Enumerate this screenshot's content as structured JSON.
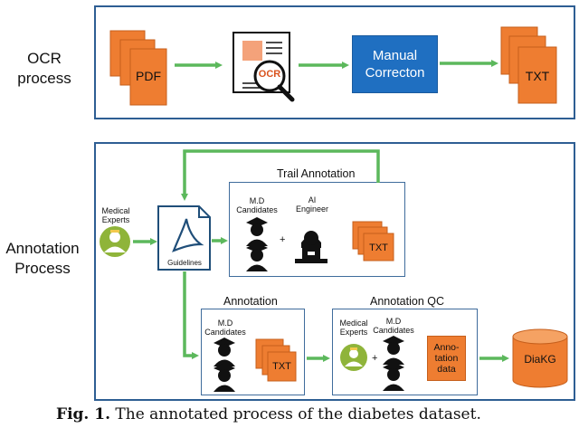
{
  "sections": {
    "ocr": {
      "label_line1": "OCR",
      "label_line2": "process"
    },
    "annotation": {
      "label_line1": "Annotation",
      "label_line2": "Process"
    }
  },
  "ocr_flow": {
    "pdf_label": "PDF",
    "ocr_badge": "OCR",
    "manual_line1": "Manual",
    "manual_line2": "Correcton",
    "txt_label": "TXT"
  },
  "annotation_flow": {
    "medical_experts_line1": "Medical",
    "medical_experts_line2": "Experts",
    "guidelines_label": "Guidelines",
    "trail": {
      "title": "Trail Annotation",
      "md_line1": "M.D",
      "md_line2": "Candidates",
      "ai_line1": "AI",
      "ai_line2": "Engineer",
      "plus": "+",
      "txt_label": "TXT"
    },
    "annotation": {
      "title": "Annotation",
      "md_line1": "M.D",
      "md_line2": "Candidates",
      "txt_label": "TXT"
    },
    "qc": {
      "title": "Annotation QC",
      "med_line1": "Medical",
      "med_line2": "Experts",
      "md_line1": "M.D",
      "md_line2": "Candidates",
      "plus": "+",
      "data_line1": "Anno-",
      "data_line2": "tation",
      "data_line3": "data"
    },
    "diakg_label": "DiaKG"
  },
  "caption": {
    "prefix": "Fig. 1.",
    "text": "The annotated process of the diabetes dataset."
  },
  "colors": {
    "frame": "#2e5e93",
    "orange": "#ee7d31",
    "blue": "#1f6fc1",
    "arrow_green": "#5cb85c",
    "doctor_green": "#8fb43a"
  }
}
